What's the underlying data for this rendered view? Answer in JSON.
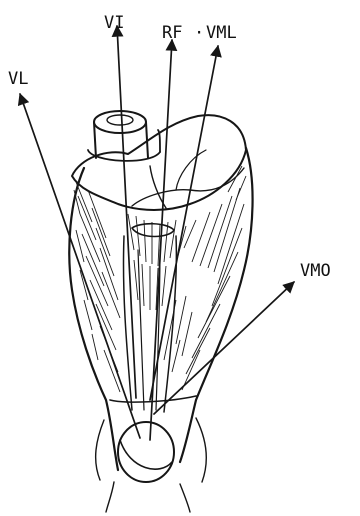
{
  "labels": {
    "vi": "VI",
    "rf": "RF",
    "dot": "·",
    "vml": "VML",
    "vl": "VL",
    "vmo": "VMO"
  }
}
